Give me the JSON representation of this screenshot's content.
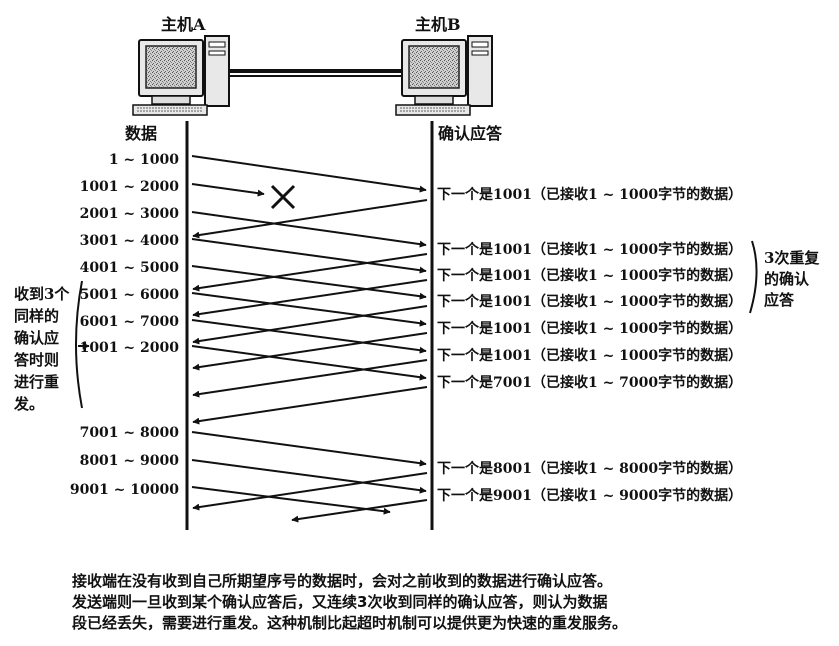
{
  "hosts": {
    "a": "主机A",
    "b": "主机B"
  },
  "columns": {
    "left": "数据",
    "right": "确认应答"
  },
  "segments": [
    "1 ~ 1000",
    "1001 ~ 2000",
    "2001 ~ 3000",
    "3001 ~ 4000",
    "4001 ~ 5000",
    "5001 ~ 6000",
    "6001 ~ 7000",
    "1001 ~ 2000",
    "7001 ~ 8000",
    "8001 ~ 9000",
    "9001 ~ 10000"
  ],
  "acks": [
    "下一个是1001（已接收1 ~ 1000字节的数据）",
    "下一个是1001（已接收1 ~ 1000字节的数据）",
    "下一个是1001（已接收1 ~ 1000字节的数据）",
    "下一个是1001（已接收1 ~ 1000字节的数据）",
    "下一个是1001（已接收1 ~ 1000字节的数据）",
    "下一个是1001（已接收1 ~ 1000字节的数据）",
    "下一个是7001（已接收1 ~ 7000字节的数据）",
    "下一个是8001（已接收1 ~ 8000字节的数据）",
    "下一个是9001（已接收1 ~ 9000字节的数据）"
  ],
  "left_note": [
    "收到3个",
    "同样的",
    "确认应",
    "答时则",
    "进行重",
    "发。"
  ],
  "right_note": [
    "3次重复",
    "的确认",
    "应答"
  ],
  "caption": [
    "接收端在没有收到自己所期望序号的数据时，会对之前收到的数据进行确认应答。",
    "发送端则一旦收到某个确认应答后，又连续3次收到同样的确认应答，则认为数据",
    "段已经丢失，需要进行重发。这种机制比起超时机制可以提供更为快速的重发服务。"
  ]
}
